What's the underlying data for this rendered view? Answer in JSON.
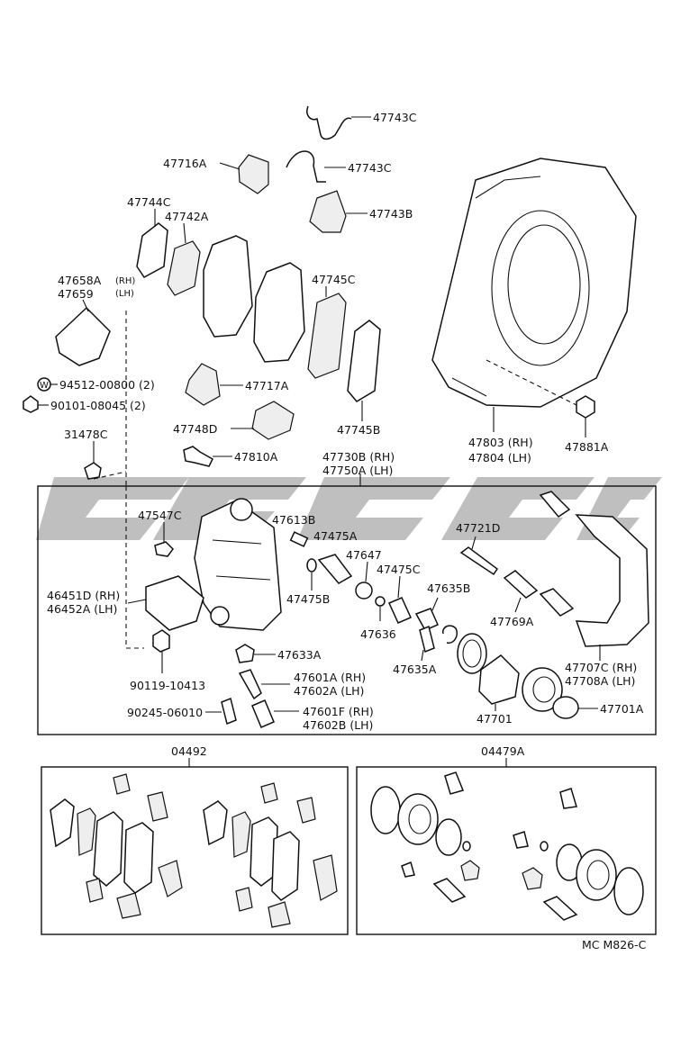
{
  "diagram_code": "MC M826-C",
  "labels": {
    "p47743C_a": "47743C",
    "p47743C_b": "47743C",
    "p47716A": "47716A",
    "p47743B": "47743B",
    "p47744C": "47744C",
    "p47742A": "47742A",
    "p47658A": "47658A",
    "p47658A_side": "(RH)",
    "p47659": "47659",
    "p47659_side": "(LH)",
    "p47745C": "47745C",
    "p47717A": "47717A",
    "p94512": "94512-00800 (2)",
    "p90101": "90101-08045 (2)",
    "p47748D": "47748D",
    "p47745B": "47745B",
    "p31478C": "31478C",
    "p47810A": "47810A",
    "p47730B": "47730B (RH)",
    "p47750A": "47750A (LH)",
    "p47803": "47803 (RH)",
    "p47804": "47804 (LH)",
    "p47881A": "47881A",
    "p47547C": "47547C",
    "p47613B": "47613B",
    "p47475A": "47475A",
    "p47647": "47647",
    "p47475C": "47475C",
    "p47721D": "47721D",
    "p47635B": "47635B",
    "p47769A": "47769A",
    "p46451D": "46451D (RH)",
    "p46452A": "46452A (LH)",
    "p47475B": "47475B",
    "p47636": "47636",
    "p47635A": "47635A",
    "p47633A": "47633A",
    "p47707C": "47707C (RH)",
    "p47708A": "47708A (LH)",
    "p90119": "90119-10413",
    "p47601A": "47601A (RH)",
    "p47602A": "47602A (LH)",
    "p90245": "90245-06010",
    "p47601F": "47601F (RH)",
    "p47602B": "47602B (LH)",
    "p47701": "47701",
    "p47701A": "47701A",
    "kit04492": "04492",
    "kit04479A": "04479A"
  },
  "washer_symbol": "W",
  "watermark_color": "#8a8a8a"
}
